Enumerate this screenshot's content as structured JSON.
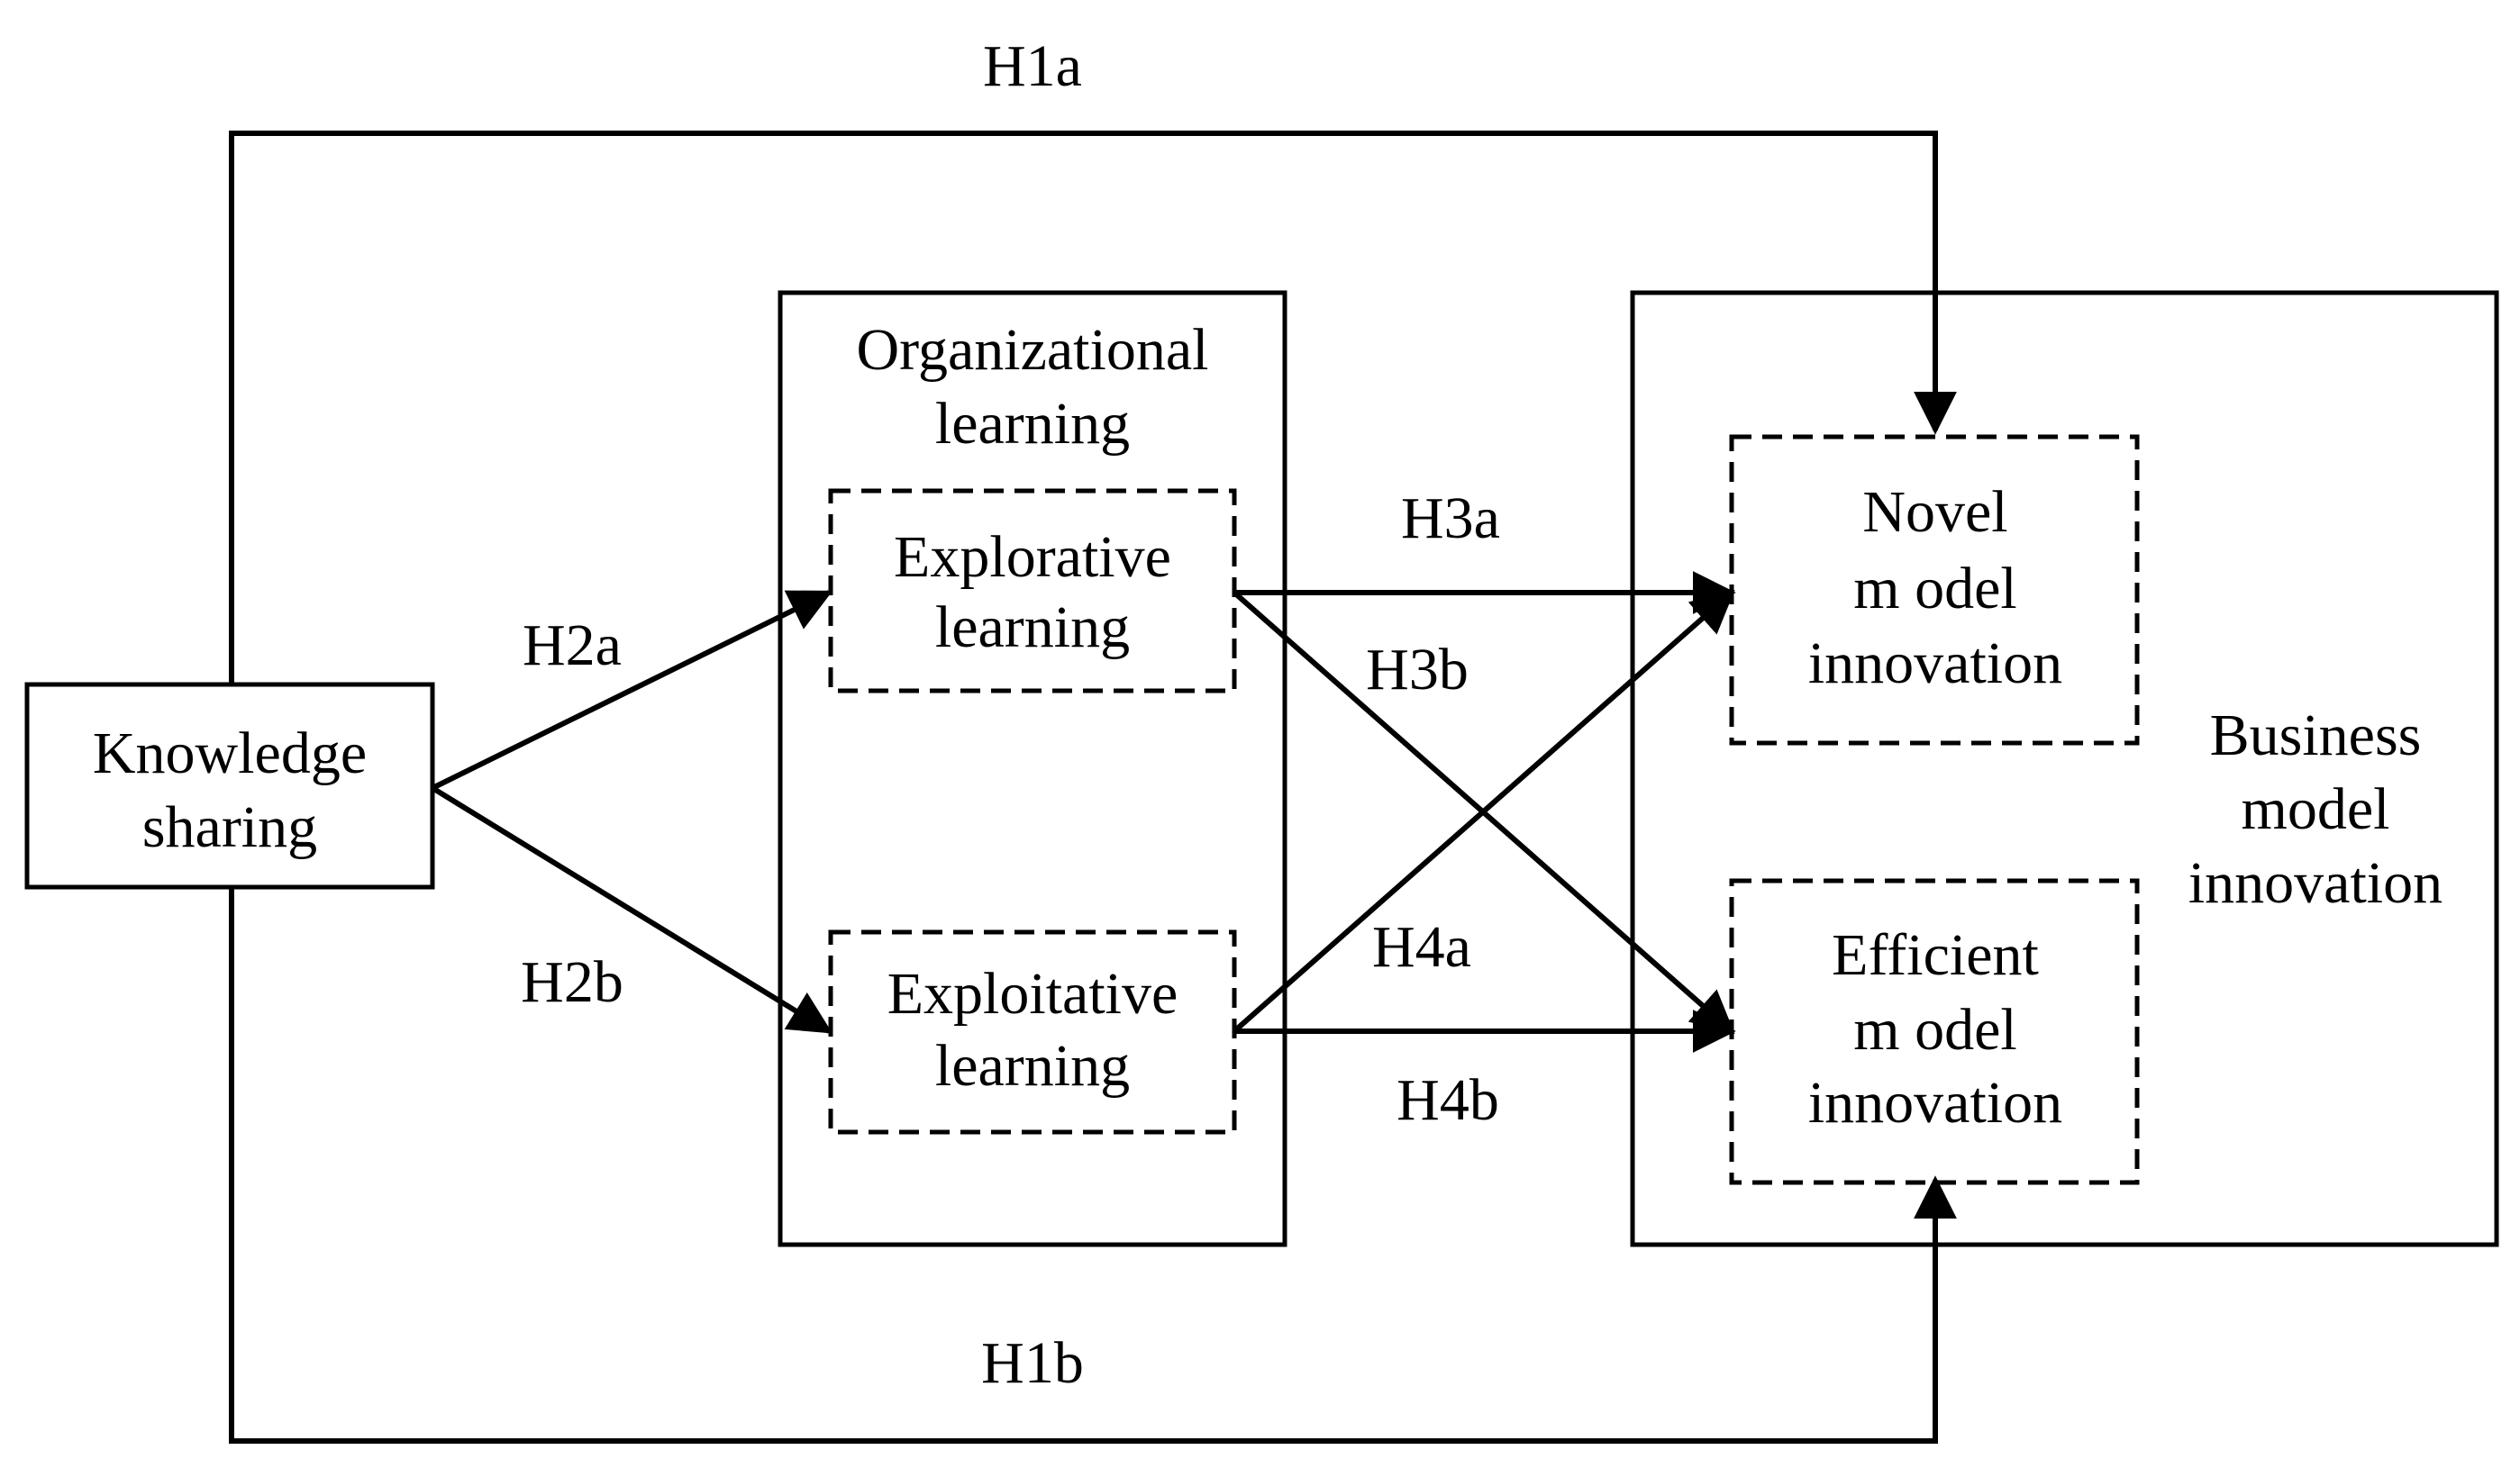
{
  "nodes": {
    "knowledge_sharing": {
      "line1": "Knowledge",
      "line2": "sharing"
    },
    "organizational_learning": {
      "line1": "Organizational",
      "line2": "learning"
    },
    "explorative_learning": {
      "line1": "Explorative",
      "line2": "learning"
    },
    "exploitative_learning": {
      "line1": "Exploitative",
      "line2": "learning"
    },
    "novel_model_innovation": {
      "line1": "Novel",
      "line2": "m odel",
      "line3": "innovation"
    },
    "efficient_model_innovation": {
      "line1": "Efficient",
      "line2": "m odel",
      "line3": "innovation"
    },
    "business_model_innovation": {
      "line1": "Business",
      "line2": "model",
      "line3": "innovation"
    }
  },
  "hypotheses": {
    "h1a": "H1a",
    "h1b": "H1b",
    "h2a": "H2a",
    "h2b": "H2b",
    "h3a": "H3a",
    "h3b": "H3b",
    "h4a": "H4a",
    "h4b": "H4b"
  },
  "edges": [
    {
      "from": "knowledge_sharing",
      "to": "novel_model_innovation",
      "label": "H1a"
    },
    {
      "from": "knowledge_sharing",
      "to": "efficient_model_innovation",
      "label": "H1b"
    },
    {
      "from": "knowledge_sharing",
      "to": "explorative_learning",
      "label": "H2a"
    },
    {
      "from": "knowledge_sharing",
      "to": "exploitative_learning",
      "label": "H2b"
    },
    {
      "from": "explorative_learning",
      "to": "novel_model_innovation",
      "label": "H3a"
    },
    {
      "from": "explorative_learning",
      "to": "efficient_model_innovation",
      "label": "H3b"
    },
    {
      "from": "exploitative_learning",
      "to": "novel_model_innovation",
      "label": "H4a"
    },
    {
      "from": "exploitative_learning",
      "to": "efficient_model_innovation",
      "label": "H4b"
    }
  ]
}
